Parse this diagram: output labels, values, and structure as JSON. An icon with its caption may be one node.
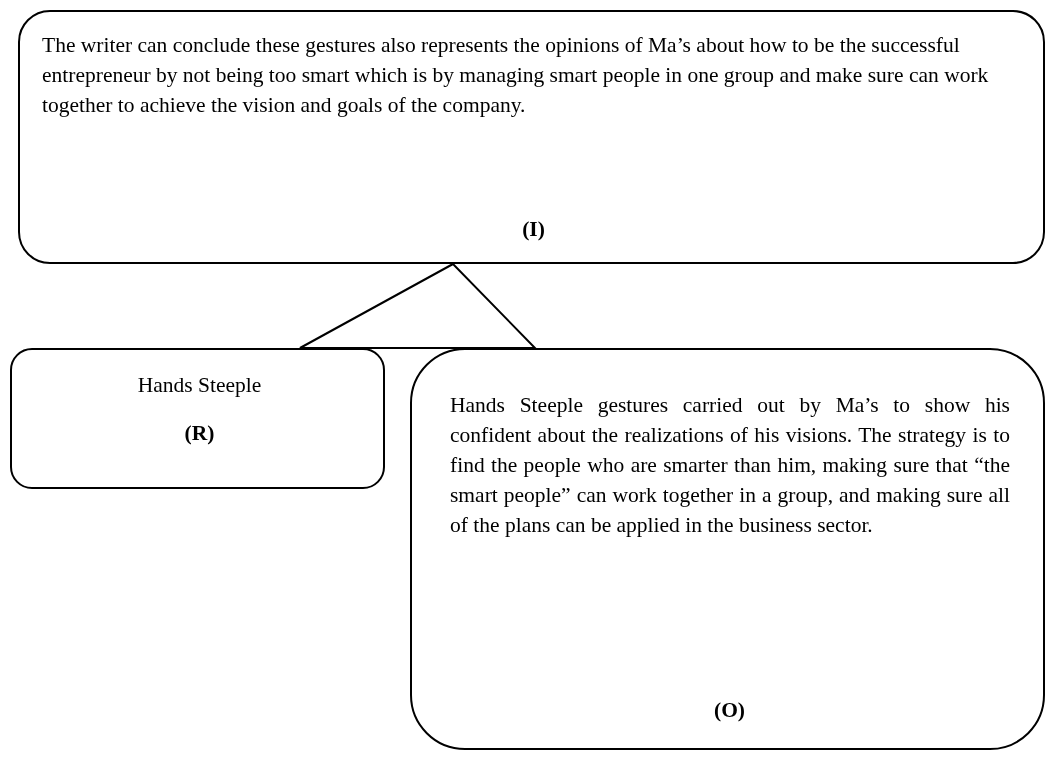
{
  "diagram": {
    "nodes": [
      {
        "text": [
          "The writer can conclude these gestures also represents the opinions of Ma’s about how to be the successful entrepreneur by not being too smart which is by managing smart people in one group and make sure can work together to achieve the vision and goals of the company.",
          "(I)"
        ]
      },
      {
        "text": [],
        "shape": "triangle"
      },
      {
        "text": [
          "Hands Steeple",
          "(R)"
        ]
      },
      {
        "text": [
          "Hands Steeple gestures carried out by Ma’s to show his confident about the realizations of his visions. The strategy is to find the people who are smarter than him, making sure that “the smart people” can work together in a group, and making sure all of the plans can be applied in the business sector.",
          "(O)"
        ]
      }
    ]
  }
}
